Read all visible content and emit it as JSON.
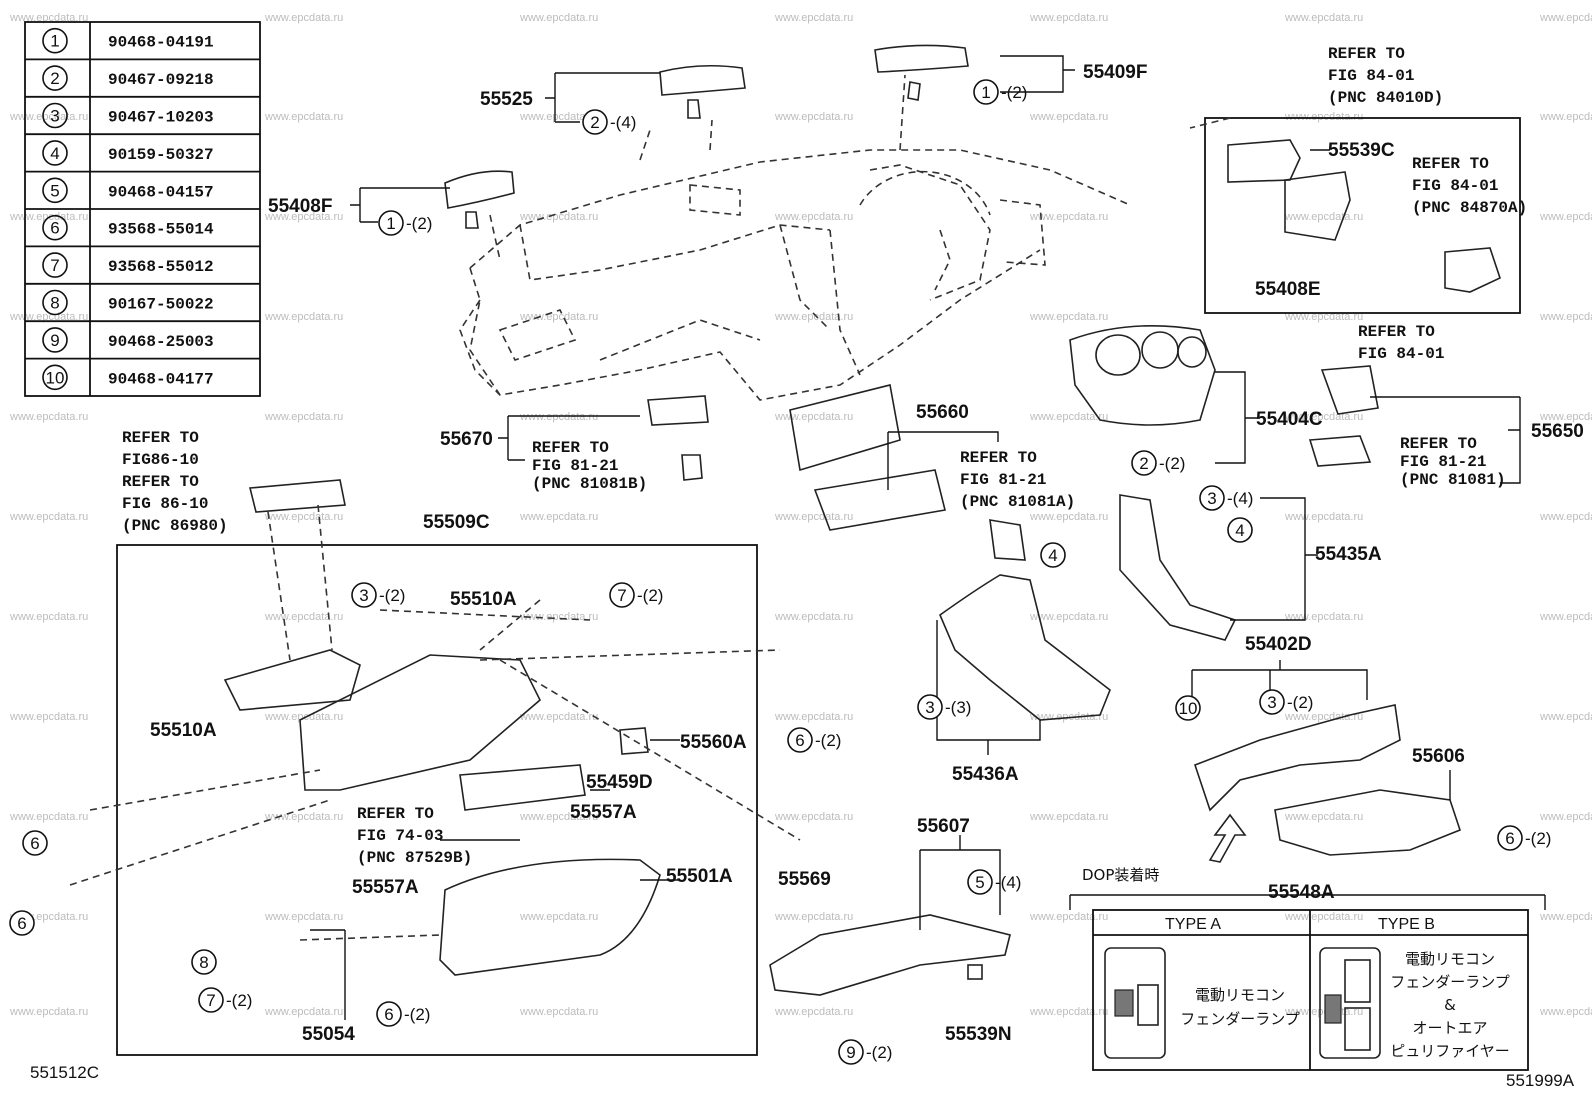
{
  "fastener_table": [
    {
      "no": "1",
      "part": "90468-04191"
    },
    {
      "no": "2",
      "part": "90467-09218"
    },
    {
      "no": "3",
      "part": "90467-10203"
    },
    {
      "no": "4",
      "part": "90159-50327"
    },
    {
      "no": "5",
      "part": "90468-04157"
    },
    {
      "no": "6",
      "part": "93568-55014"
    },
    {
      "no": "7",
      "part": "93568-55012"
    },
    {
      "no": "8",
      "part": "90167-50022"
    },
    {
      "no": "9",
      "part": "90468-25003"
    },
    {
      "no": "10",
      "part": "90468-04177"
    }
  ],
  "part_labels": {
    "p55525": "55525",
    "p55409F": "55409F",
    "p55408F": "55408F",
    "p55539C": "55539C",
    "p55408E": "55408E",
    "p55670": "55670",
    "p55660": "55660",
    "p55404C": "55404C",
    "p55650": "55650",
    "p55509C": "55509C",
    "p55510A_top": "55510A",
    "p55510A_left": "55510A",
    "p55560A": "55560A",
    "p55459D": "55459D",
    "p55557A_top": "55557A",
    "p55557A_mid": "55557A",
    "p55501A": "55501A",
    "p55569": "55569",
    "p55054": "55054",
    "p55435A": "55435A",
    "p55436A": "55436A",
    "p55402D": "55402D",
    "p55606": "55606",
    "p55607": "55607",
    "p55539N": "55539N",
    "p55548A": "55548A"
  },
  "callouts": {
    "c55525": {
      "no": "2",
      "qty": "-(4)"
    },
    "c55409F": {
      "no": "1",
      "qty": "-(2)"
    },
    "c55408F": {
      "no": "1",
      "qty": "-(2)"
    },
    "c55404C": {
      "no": "2",
      "qty": "-(2)"
    },
    "c55435A_3": {
      "no": "3",
      "qty": "-(4)"
    },
    "c55435A_4": {
      "no": "4",
      "qty": ""
    },
    "c55660_4": {
      "no": "4",
      "qty": ""
    },
    "c55509C_3": {
      "no": "3",
      "qty": "-(2)"
    },
    "c55509C_7": {
      "no": "7",
      "qty": "-(2)"
    },
    "c55509C_6a": {
      "no": "6",
      "qty": "-(2)"
    },
    "c_left_6a": {
      "no": "6",
      "qty": ""
    },
    "c_left_6b": {
      "no": "6",
      "qty": ""
    },
    "c55054_8": {
      "no": "8",
      "qty": ""
    },
    "c55054_7": {
      "no": "7",
      "qty": "-(2)"
    },
    "c55501A_6": {
      "no": "6",
      "qty": "-(2)"
    },
    "c55436A_3": {
      "no": "3",
      "qty": "-(3)"
    },
    "c55402D_10": {
      "no": "10",
      "qty": ""
    },
    "c55402D_3": {
      "no": "3",
      "qty": "-(2)"
    },
    "c55606_6": {
      "no": "6",
      "qty": "-(2)"
    },
    "c55607_5": {
      "no": "5",
      "qty": "-(4)"
    },
    "c55607_9": {
      "no": "9",
      "qty": "-(2)"
    }
  },
  "refer_notes": {
    "r_84010D": [
      "REFER TO",
      "FIG 84-01",
      "(PNC 84010D)"
    ],
    "r_84870A": [
      "REFER TO",
      "FIG 84-01",
      "(PNC 84870A)"
    ],
    "r_84_01": [
      "REFER TO",
      "FIG 84-01"
    ],
    "r_86980": [
      "REFER TO",
      "FIG86-10",
      "REFER TO",
      "FIG 86-10",
      "(PNC 86980)"
    ],
    "r_81081B": [
      "REFER TO",
      "FIG 81-21",
      "(PNC 81081B)"
    ],
    "r_81081A": [
      "REFER TO",
      "FIG 81-21",
      "(PNC 81081A)"
    ],
    "r_81081": [
      "REFER TO",
      "FIG 81-21",
      "(PNC 81081)"
    ],
    "r_87529B": [
      "REFER TO",
      "FIG 74-03",
      "(PNC 87529B)"
    ]
  },
  "dop": {
    "heading": "DOP装着時",
    "type_a": "TYPE A",
    "type_b": "TYPE B",
    "type_a_lines": [
      "電動リモコン",
      "フェンダーランプ"
    ],
    "type_b_lines": [
      "電動リモコン",
      "フェンダーランプ",
      "&",
      "オートエア",
      "ピュリファイヤー"
    ]
  },
  "figure_codes": {
    "left": "551512C",
    "right": "551999A"
  },
  "watermark": "www.epcdata.ru"
}
